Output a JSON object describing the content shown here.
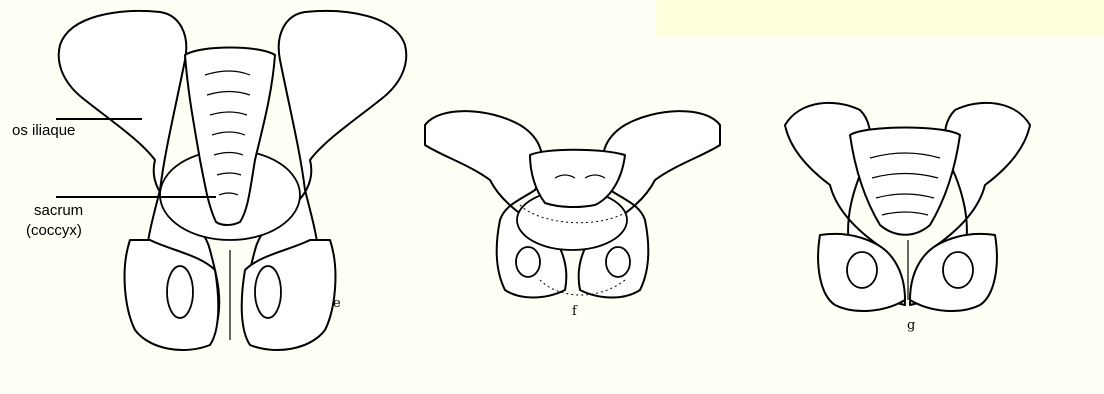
{
  "labels": {
    "os_iliaque": "os iliaque",
    "sacrum": "sacrum",
    "coccyx": "(coccyx)"
  },
  "figures": {
    "e": "e",
    "f": "f",
    "g": "g"
  },
  "colors": {
    "background": "#FFFFF5",
    "top_right_panel": "#FFFFDE",
    "ink": "#000000"
  }
}
